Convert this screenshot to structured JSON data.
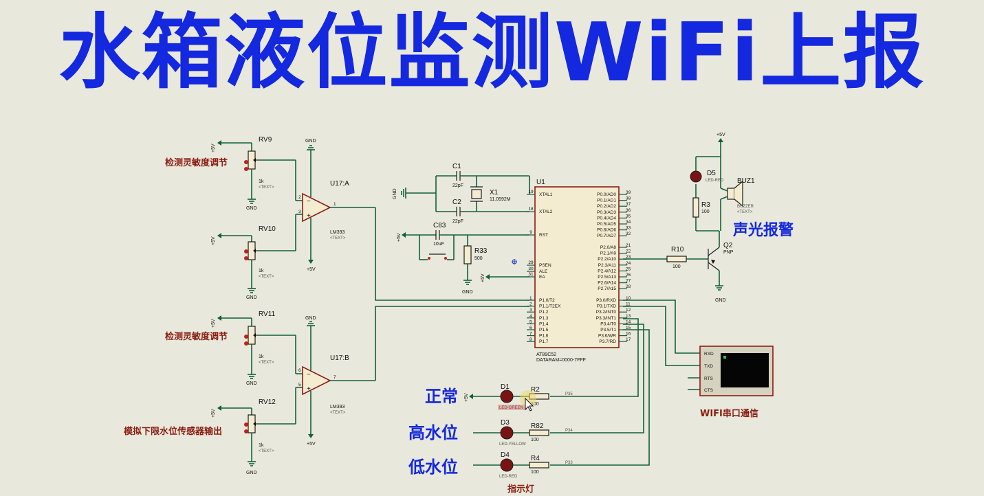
{
  "banner": {
    "title": "水箱液位监测WiFi上报"
  },
  "labels": {
    "sens1": "检测灵敏度调节",
    "sens2": "检测灵敏度调节",
    "sim_sensor": "模拟下限水位传感器输出",
    "alarm": "声光报警",
    "wifi": "WIFI串口通信",
    "indicator": "指示灯",
    "normal": "正常",
    "high": "高水位",
    "low": "低水位"
  },
  "power": {
    "vplus": "+5V",
    "gnd": "GND",
    "text": "<TEXT>"
  },
  "pots": [
    {
      "ref": "RV9",
      "value": "1k"
    },
    {
      "ref": "RV10",
      "value": "1k"
    },
    {
      "ref": "RV11",
      "value": "1k"
    },
    {
      "ref": "RV12",
      "value": "1k"
    }
  ],
  "opamps": [
    {
      "ref": "U17:A",
      "part": "LM393",
      "out_pin": "1",
      "pin_a": "2",
      "pin_b": "3"
    },
    {
      "ref": "U17:B",
      "part": "LM393",
      "out_pin": "7",
      "pin_a": "6",
      "pin_b": "5"
    }
  ],
  "mcu": {
    "ref": "U1",
    "part": "AT89C52",
    "note": "DATARAM=0000-7FFF",
    "left_pins": [
      {
        "num": "19",
        "name": "XTAL1"
      },
      {
        "num": "18",
        "name": "XTAL2"
      },
      {
        "num": "9",
        "name": "RST"
      },
      {
        "num": "29",
        "name": "PSEN"
      },
      {
        "num": "30",
        "name": "ALE"
      },
      {
        "num": "31",
        "name": "EA"
      }
    ],
    "p1": [
      "P1.0/T2",
      "P1.1/T2EX",
      "P1.2",
      "P1.3",
      "P1.4",
      "P1.5",
      "P1.6",
      "P1.7"
    ],
    "p1_nums": [
      "1",
      "2",
      "3",
      "4",
      "5",
      "6",
      "7",
      "8"
    ],
    "p0": [
      "P0.0/AD0",
      "P0.1/AD1",
      "P0.2/AD2",
      "P0.3/AD3",
      "P0.4/AD4",
      "P0.5/AD5",
      "P0.6/AD6",
      "P0.7/AD7"
    ],
    "p0_nums": [
      "39",
      "38",
      "37",
      "36",
      "35",
      "34",
      "33",
      "32"
    ],
    "p2": [
      "P2.0/A8",
      "P2.1/A9",
      "P2.2/A10",
      "P2.3/A11",
      "P2.4/A12",
      "P2.5/A13",
      "P2.6/A14",
      "P2.7/A15"
    ],
    "p2_nums": [
      "21",
      "22",
      "23",
      "24",
      "25",
      "26",
      "27",
      "28"
    ],
    "p3": [
      "P3.0/RXD",
      "P3.1/TXD",
      "P3.2/INT0",
      "P3.3/INT1",
      "P3.4/T0",
      "P3.5/T1",
      "P3.6/WR",
      "P3.7/RD"
    ],
    "p3_nums": [
      "10",
      "11",
      "12",
      "13",
      "14",
      "15",
      "16",
      "17"
    ]
  },
  "crystal": {
    "ref": "X1",
    "value": "11.0592M"
  },
  "caps": [
    {
      "ref": "C1",
      "value": "22pF"
    },
    {
      "ref": "C2",
      "value": "22pF"
    },
    {
      "ref": "C83",
      "value": "10uF"
    }
  ],
  "resistors": [
    {
      "ref": "R33",
      "value": "500"
    },
    {
      "ref": "R10",
      "value": "100"
    },
    {
      "ref": "R3",
      "value": "100"
    },
    {
      "ref": "R2",
      "value": "100"
    },
    {
      "ref": "R82",
      "value": "100"
    },
    {
      "ref": "R4",
      "value": "100"
    }
  ],
  "leds": [
    {
      "ref": "D5",
      "part": "LED-RED"
    },
    {
      "ref": "D1",
      "part": "LED-GREEN",
      "net": "P35"
    },
    {
      "ref": "D3",
      "part": "LED-YELLOW",
      "net": "P34"
    },
    {
      "ref": "D4",
      "part": "LED-RED",
      "net": "P33"
    }
  ],
  "transistor": {
    "ref": "Q2",
    "part": "PNP"
  },
  "buzzer": {
    "ref": "BUZ1",
    "part": "BUZZER"
  },
  "terminal": {
    "pins": [
      "RXD",
      "TXD",
      "RTS",
      "CTS"
    ]
  },
  "colors": {
    "banner": "#1428e0",
    "wire": "#10603a",
    "chip_border": "#8a1c12",
    "background": "#e9e8dc"
  }
}
